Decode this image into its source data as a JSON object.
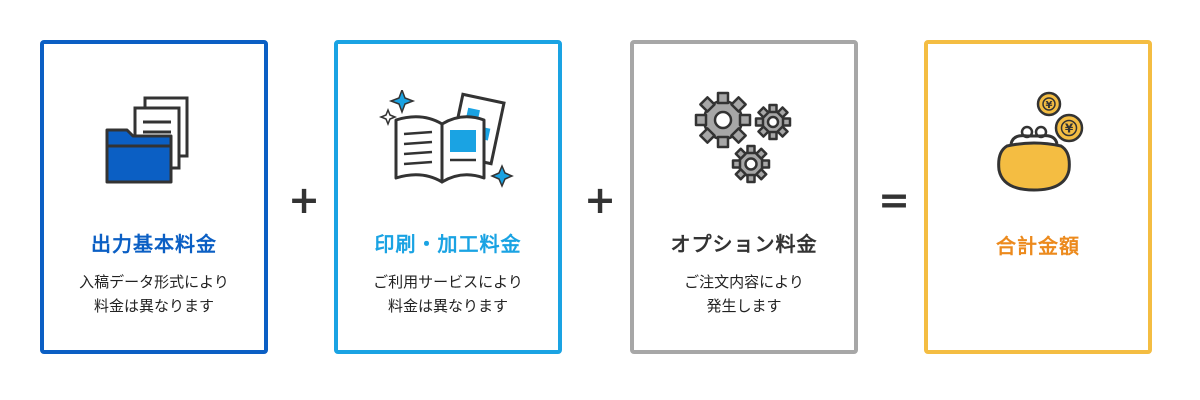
{
  "cards": [
    {
      "title": "出力基本料金",
      "desc": "入稿データ形式により\n料金は異なります",
      "icon": "folder-documents-icon",
      "color": "#0b5fc4"
    },
    {
      "title": "印刷・加工料金",
      "desc": "ご利用サービスにより\n料金は異なります",
      "icon": "brochure-icon",
      "color": "#1aa3e3"
    },
    {
      "title": "オプション料金",
      "desc": "ご注文内容により\n発生します",
      "icon": "gears-icon",
      "color": "#a7a7a7"
    },
    {
      "title": "合計金額",
      "desc": "",
      "icon": "coin-purse-icon",
      "color": "#f4bd42"
    }
  ],
  "operators": {
    "plus1": "+",
    "plus2": "+",
    "equals": "="
  }
}
